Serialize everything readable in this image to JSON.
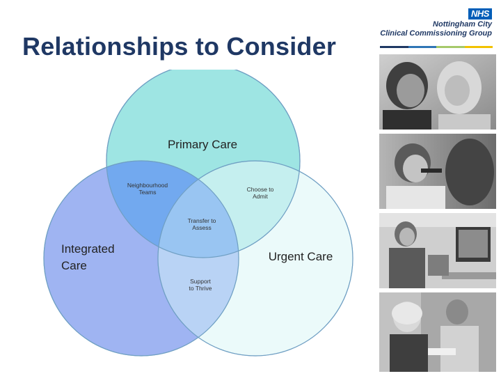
{
  "slide": {
    "title": "Relationships to Consider"
  },
  "logo": {
    "badge": "NHS",
    "line1": "Nottingham City",
    "line2": "Clinical Commissioning Group",
    "rule_colors": [
      "#1f3864",
      "#2f75b5",
      "#a6c96a",
      "#f2c200"
    ]
  },
  "venn": {
    "circles": [
      {
        "label": "Primary Care",
        "color": "#9ee5e3"
      },
      {
        "label_line1": "Integrated",
        "label_line2": "Care",
        "color": "#8fa8f0"
      },
      {
        "label": "Urgent Care",
        "color": "#dff7f8"
      }
    ],
    "overlaps": {
      "primary_integrated": {
        "line1": "Neighbourhood",
        "line2": "Teams"
      },
      "primary_urgent": {
        "line1": "Choose to",
        "line2": "Admit"
      },
      "all_three": {
        "line1": "Transfer to",
        "line2": "Assess"
      },
      "integrated_urgent": {
        "line1": "Support",
        "line2": "to Thrive"
      }
    },
    "outline_color": "#6f9fc3"
  },
  "photos": [
    {
      "name": "clinician-examining-ear-photo"
    },
    {
      "name": "clinician-with-otoscope-photo"
    },
    {
      "name": "staff-at-computer-photo"
    },
    {
      "name": "patient-and-nurse-photo"
    }
  ]
}
